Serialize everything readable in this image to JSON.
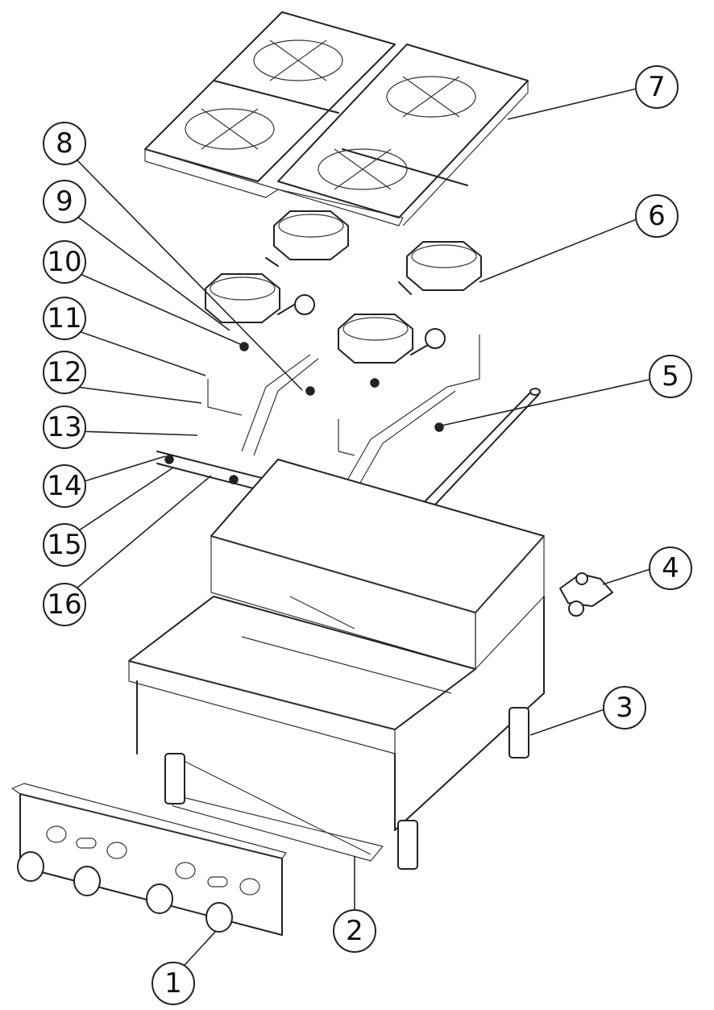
{
  "callouts": [
    {
      "label": "1"
    },
    {
      "label": "2"
    },
    {
      "label": "3"
    },
    {
      "label": "4"
    },
    {
      "label": "5"
    },
    {
      "label": "6"
    },
    {
      "label": "7"
    },
    {
      "label": "8"
    },
    {
      "label": "9"
    },
    {
      "label": "10"
    },
    {
      "label": "11"
    },
    {
      "label": "12"
    },
    {
      "label": "13"
    },
    {
      "label": "14"
    },
    {
      "label": "15"
    },
    {
      "label": "16"
    }
  ],
  "colors": {
    "line": "#222222",
    "background": "#ffffff"
  }
}
